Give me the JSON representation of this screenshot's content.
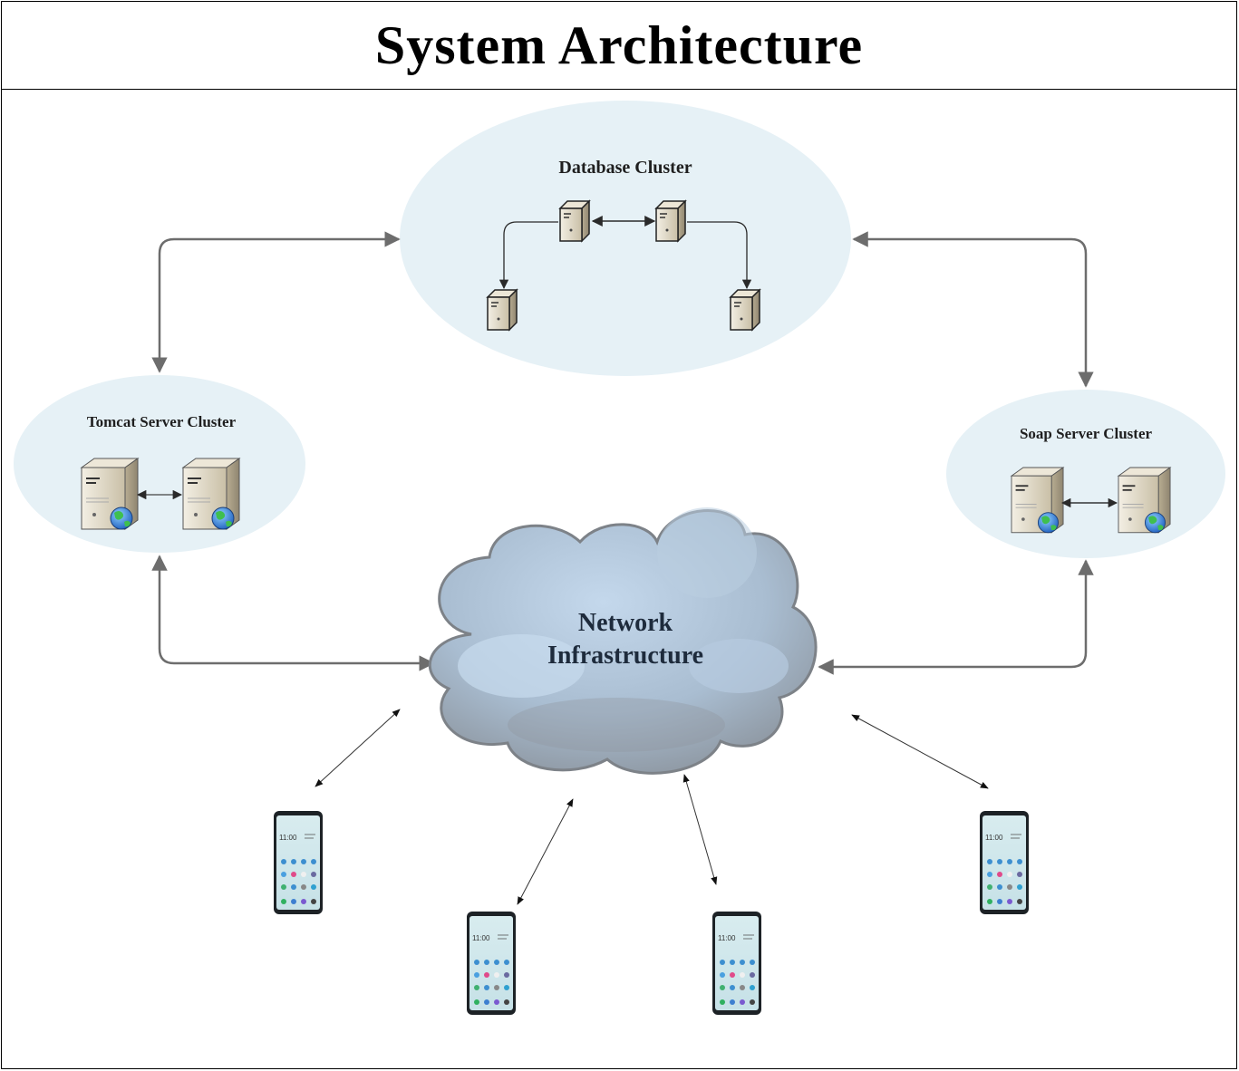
{
  "title": "System Architecture",
  "clusters": {
    "database": {
      "label": "Database Cluster"
    },
    "tomcat": {
      "label": "Tomcat Server Cluster"
    },
    "soap": {
      "label": "Soap Server Cluster"
    }
  },
  "network": {
    "line1": "Network",
    "line2": "Infrastructure"
  },
  "phones": [
    {
      "time": "11:00"
    },
    {
      "time": "11:00"
    },
    {
      "time": "11:00"
    },
    {
      "time": "11:00"
    }
  ],
  "colors": {
    "ellipse_fill": "#e6f1f6",
    "connector": "#6d6d6d",
    "cloud": "#9aaec4"
  }
}
